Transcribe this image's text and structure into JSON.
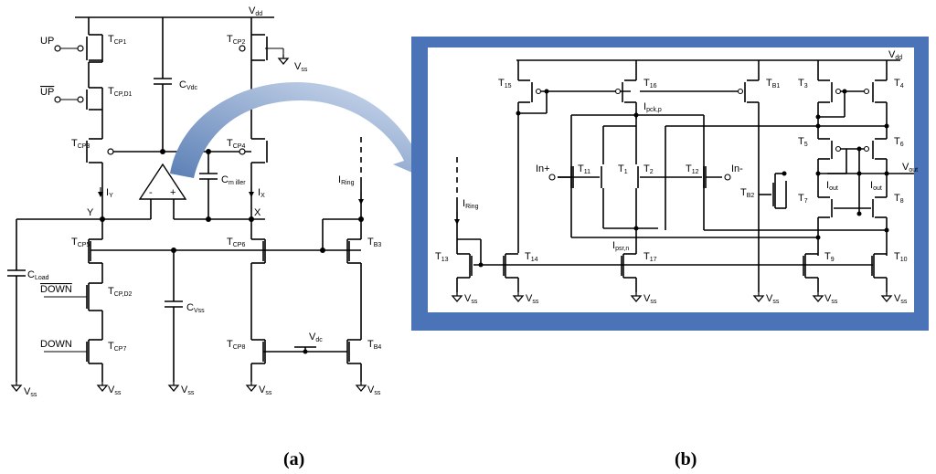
{
  "captions": {
    "a": "(a)",
    "b": "(b)"
  },
  "colors": {
    "panel_border": "#4a73b8",
    "arrow_start": "#5b7fb5",
    "arrow_end": "#c9d7ee"
  },
  "a": {
    "vdd": {
      "main": "V",
      "sub": "dd"
    },
    "vss": {
      "main": "V",
      "sub": "ss"
    },
    "vss_alt": {
      "main": "V",
      "sub": "ss"
    },
    "vdc": {
      "main": "V",
      "sub": "dc"
    },
    "up": "UP",
    "up_bar": "UP",
    "down": "DOWN",
    "down_bar": "DOWN",
    "y": "Y",
    "x": "X",
    "minus": "-",
    "plus": "+",
    "tcp1": {
      "main": "T",
      "sub": "CP1"
    },
    "tcpd1": {
      "main": "T",
      "sub": "CP,D1"
    },
    "tcp3": {
      "main": "T",
      "sub": "CP3"
    },
    "tcp2": {
      "main": "T",
      "sub": "CP2"
    },
    "tcp4": {
      "main": "T",
      "sub": "CP4"
    },
    "tcp5": {
      "main": "T",
      "sub": "CP5"
    },
    "tcp6": {
      "main": "T",
      "sub": "CP6"
    },
    "tcpd2": {
      "main": "T",
      "sub": "CP,D2"
    },
    "tcp7": {
      "main": "T",
      "sub": "CP7"
    },
    "tcp8": {
      "main": "T",
      "sub": "CP8"
    },
    "tb3": {
      "main": "T",
      "sub": "B3"
    },
    "tb4": {
      "main": "T",
      "sub": "B4"
    },
    "cvdc": {
      "main": "C",
      "sub": "Vdc"
    },
    "cmiller": {
      "main": "C",
      "sub": "m iller"
    },
    "cvss": {
      "main": "C",
      "sub": "Vss"
    },
    "cload": {
      "main": "C",
      "sub": "Load"
    },
    "iy": {
      "main": "I",
      "sub": "Y"
    },
    "ix": {
      "main": "I",
      "sub": "X"
    },
    "iring": {
      "main": "I",
      "sub": "Ring"
    }
  },
  "b": {
    "vdd": {
      "main": "V",
      "sub": "dd"
    },
    "vss": {
      "main": "V",
      "sub": "ss"
    },
    "t15": {
      "main": "T",
      "sub": "15"
    },
    "t16": {
      "main": "T",
      "sub": "16"
    },
    "tb1": {
      "main": "T",
      "sub": "B1"
    },
    "t3": {
      "main": "T",
      "sub": "3"
    },
    "t4": {
      "main": "T",
      "sub": "4"
    },
    "t5": {
      "main": "T",
      "sub": "5"
    },
    "t6": {
      "main": "T",
      "sub": "6"
    },
    "t7": {
      "main": "T",
      "sub": "7"
    },
    "t8": {
      "main": "T",
      "sub": "8"
    },
    "t11": {
      "main": "T",
      "sub": "11"
    },
    "t1": {
      "main": "T",
      "sub": "1"
    },
    "t2": {
      "main": "T",
      "sub": "2"
    },
    "t12": {
      "main": "T",
      "sub": "12"
    },
    "tb2": {
      "main": "T",
      "sub": "B2"
    },
    "t13": {
      "main": "T",
      "sub": "13"
    },
    "t14": {
      "main": "T",
      "sub": "14"
    },
    "t17": {
      "main": "T",
      "sub": "17"
    },
    "t9": {
      "main": "T",
      "sub": "9"
    },
    "t10": {
      "main": "T",
      "sub": "10"
    },
    "in_plus": "In+",
    "in_minus": "In-",
    "vout": {
      "main": "V",
      "sub": "out"
    },
    "ipcp": {
      "main": "I",
      "sub": "pck,p"
    },
    "ipsrn": {
      "main": "I",
      "sub": "psr,n"
    },
    "iout1": {
      "main": "I",
      "sub": "out"
    },
    "iout2": {
      "main": "I",
      "sub": "out"
    },
    "iring": {
      "main": "I",
      "sub": "Ring"
    }
  }
}
